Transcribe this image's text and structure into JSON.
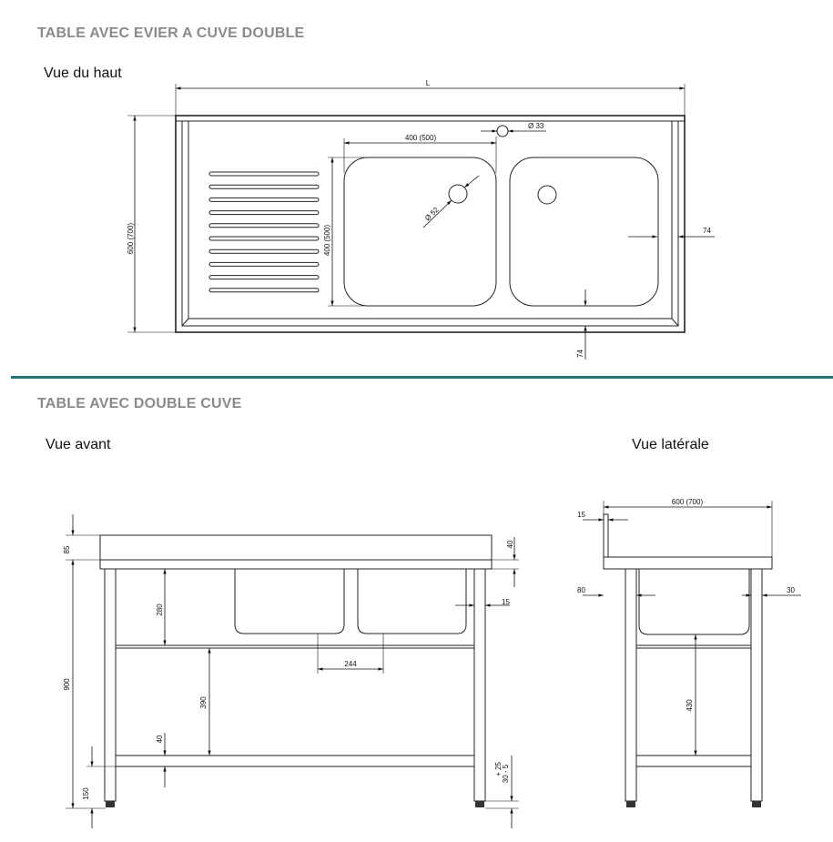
{
  "section1": {
    "title": "TABLE AVEC EVIER A CUVE DOUBLE",
    "view": "Vue du haut",
    "dims": {
      "length": "L",
      "depth": "600 (700)",
      "bowl_width": "400 (500)",
      "bowl_depth": "400 (500)",
      "tap_hole": "Ø 33",
      "drain": "Ø 52",
      "side_margin": "74",
      "front_margin": "74"
    }
  },
  "section2": {
    "title": "TABLE AVEC DOUBLE CUVE",
    "front_view": "Vue avant",
    "side_view": "Vue latérale",
    "front_dims": {
      "top_thickness": "85",
      "edge": "40",
      "bowl_depth": "280",
      "leg_offset": "15",
      "bowl_gap": "244",
      "frame_to_shelf": "390",
      "height": "900",
      "shelf": "40",
      "shelf_height": "150",
      "adjust_plus": "+ 25",
      "adjust_minus": "30 - 5"
    },
    "side_dims": {
      "depth": "600 (700)",
      "upstand": "15",
      "front_offset": "80",
      "back_offset": "30",
      "frame_to_shelf": "430"
    }
  },
  "colors": {
    "divider": "#1a7a72",
    "heading": "#8a8a8a"
  }
}
